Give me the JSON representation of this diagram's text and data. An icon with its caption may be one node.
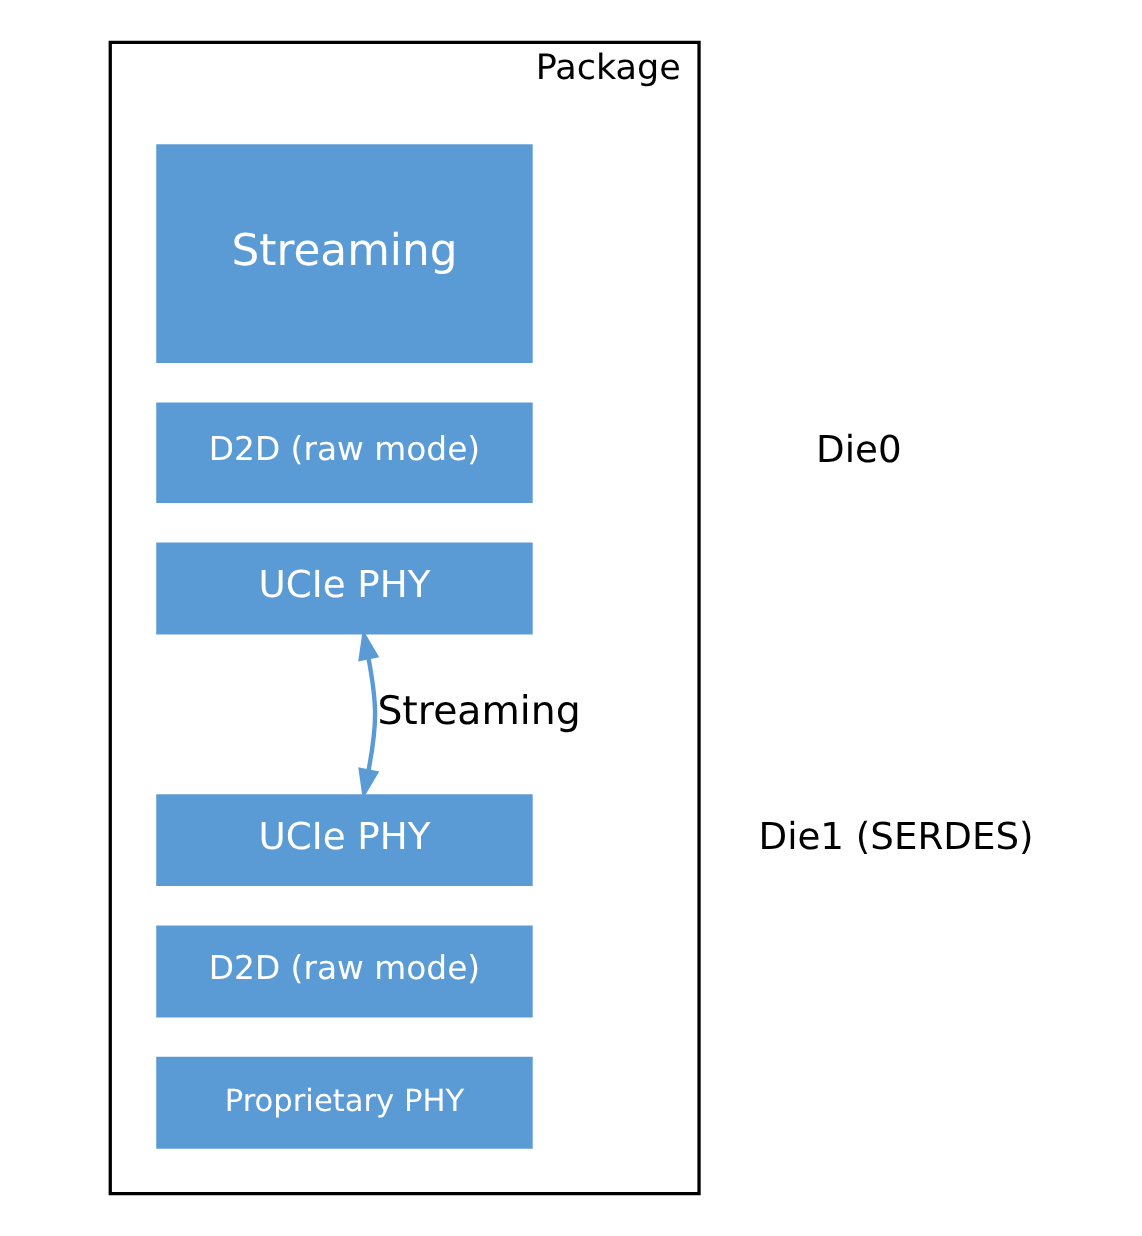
{
  "diagram": {
    "nodes": [
      {
        "text": [
          "Package"
        ]
      },
      {
        "text": [
          "Streaming"
        ],
        "in": 0
      },
      {
        "text": [
          "D2D (raw mode)"
        ],
        "in": 0
      },
      {
        "text": [
          "UCIe PHY"
        ],
        "in": 0
      },
      {
        "text": [
          "UCIe PHY"
        ],
        "in": 0
      },
      {
        "text": [
          "D2D (raw mode)"
        ],
        "in": 0
      },
      {
        "text": [
          "Proprietary PHY"
        ],
        "in": 0
      }
    ],
    "edges": [
      {
        "from": 3,
        "to": 4,
        "arrow": "both",
        "label": "Streaming"
      }
    ],
    "labels": [
      "Die0",
      "Die1 (SERDES)"
    ]
  }
}
